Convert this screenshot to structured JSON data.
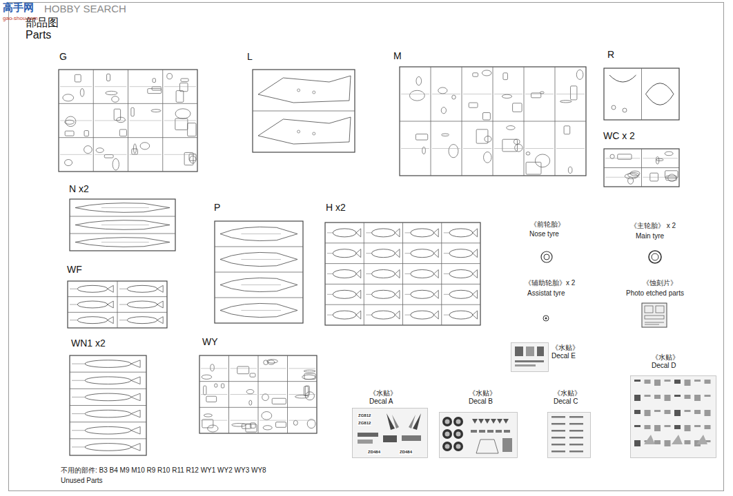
{
  "diagram": {
    "title": "部品图 Parts",
    "nodes": [
      {
        "text": [
          "G"
        ]
      },
      {
        "text": [
          "L"
        ]
      },
      {
        "text": [
          "M"
        ]
      },
      {
        "text": [
          "R"
        ]
      },
      {
        "text": [
          "WC x 2"
        ]
      },
      {
        "text": [
          "N x2"
        ]
      },
      {
        "text": [
          "P"
        ]
      },
      {
        "text": [
          "H x2"
        ]
      },
      {
        "text": [
          "WF"
        ]
      },
      {
        "text": [
          "WN1 x2"
        ]
      },
      {
        "text": [
          "WY"
        ]
      },
      {
        "text": [
          "《水贴》 Decal E"
        ]
      },
      {
        "text": [
          "《水贴》 Decal D"
        ]
      },
      {
        "text": [
          "《水贴》 Decal A",
          "ZG812",
          "ZG812",
          "ZD484",
          "ZD484"
        ]
      },
      {
        "text": [
          "《水贴》 Decal B"
        ]
      },
      {
        "text": [
          "《水贴》 Decal C"
        ]
      }
    ],
    "labels": [
      "高手网",
      "HOBBY SEARCH",
      "gao-shou.com",
      "《前轮胎》",
      "Nose tyre",
      "《主轮胎》 x 2",
      "Main tyre",
      "《辅助轮胎》x 2",
      "Assistat tyre",
      "《蚀刻片》",
      "Photo etched parts",
      "不用的部件: B3 B4 M9 M10 R9 R10 R11 R12 WY1 WY2 WY3 WY8",
      "Unused Parts"
    ]
  }
}
